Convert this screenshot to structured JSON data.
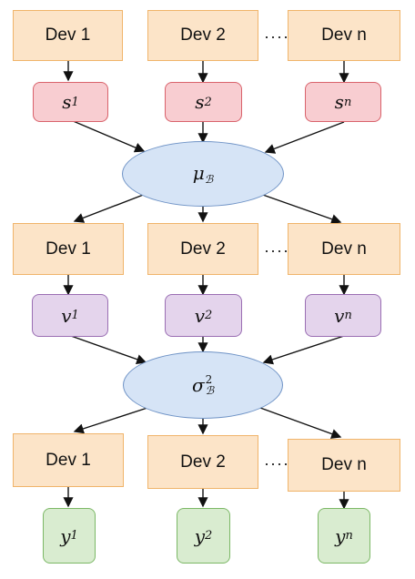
{
  "rows": [
    {
      "devices": [
        "Dev 1",
        "Dev 2",
        "Dev n"
      ],
      "ellipsis": "····",
      "vars": [
        {
          "base": "s",
          "sub": "1"
        },
        {
          "base": "s",
          "sub": "2"
        },
        {
          "base": "s",
          "sub": "n"
        }
      ],
      "color": "#f8cdd1"
    },
    {
      "devices": [
        "Dev 1",
        "Dev 2",
        "Dev n"
      ],
      "ellipsis": "····",
      "vars": [
        {
          "base": "v",
          "sub": "1"
        },
        {
          "base": "v",
          "sub": "2"
        },
        {
          "base": "v",
          "sub": "n"
        }
      ],
      "color": "#e4d4ec"
    },
    {
      "devices": [
        "Dev 1",
        "Dev 2",
        "Dev n"
      ],
      "ellipsis": "····",
      "vars": [
        {
          "base": "y",
          "sub": "1"
        },
        {
          "base": "y",
          "sub": "2"
        },
        {
          "base": "y",
          "sub": "n"
        }
      ],
      "color": "#d9ecd0"
    }
  ],
  "aggregates": [
    {
      "base": "μ",
      "sub": "ℬ",
      "sup": ""
    },
    {
      "base": "σ",
      "sub": "ℬ",
      "sup": "2"
    }
  ],
  "colors": {
    "device_fill": "#fce4c8",
    "device_border": "#f0b46a",
    "aggregate_fill": "#d6e4f6",
    "aggregate_border": "#6f93c6"
  }
}
